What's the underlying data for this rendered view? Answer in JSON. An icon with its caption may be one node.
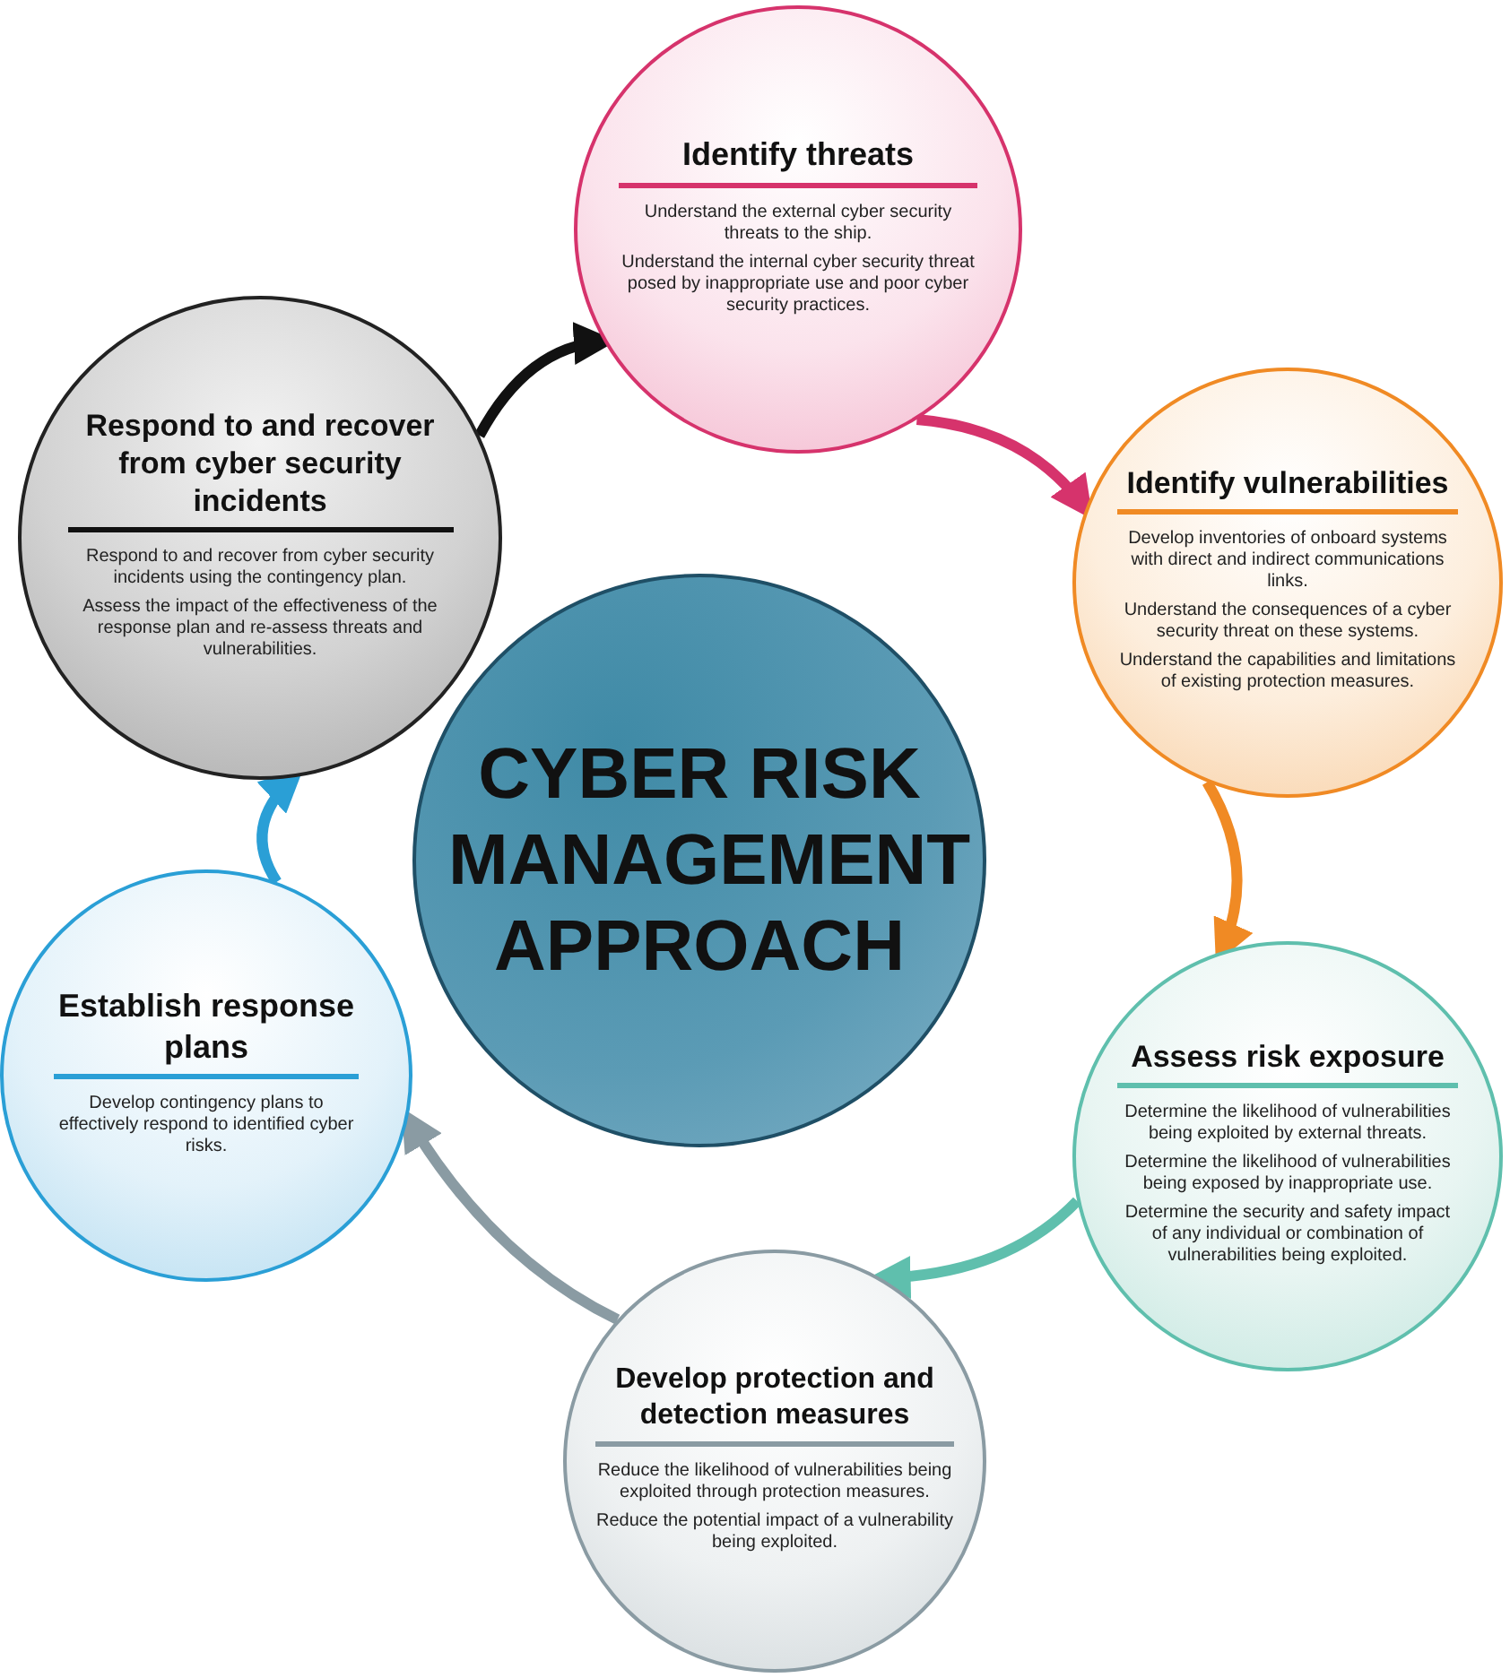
{
  "diagram": {
    "nodes": [
      {
        "text": [
          "CYBER RISK MANAGEMENT APPROACH"
        ]
      },
      {
        "text": [
          "Identify threats",
          "Understand the external cyber security threats to the ship.",
          "Understand the internal cyber security threat posed by inappropriate use and poor cyber security practices."
        ]
      },
      {
        "text": [
          "Identify vulnerabilities",
          "Develop inventories of onboard systems with direct and indirect communications links.",
          "Understand the consequences of a cyber security threat on these systems.",
          "Understand the capabilities and limitations of existing protection measures."
        ]
      },
      {
        "text": [
          "Assess risk exposure",
          "Determine the likelihood of vulnerabilities being exploited by external threats.",
          "Determine the likelihood of vulnerabilities being exposed by inappropriate use.",
          "Determine the security and safety impact of any individual or combination of vulnerabilities being exploited."
        ]
      },
      {
        "text": [
          "Develop protection and detection measures",
          "Reduce the likelihood of vulnerabilities being exploited through protection measures.",
          "Reduce the potential impact of a vulnerability being exploited."
        ]
      },
      {
        "text": [
          "Establish response plans",
          "Develop contingency plans to effectively respond to identified cyber risks."
        ]
      },
      {
        "text": [
          "Respond to and recover from cyber security incidents",
          "Respond to and recover from cyber security incidents using the contingency plan.",
          "Assess the impact of the effectiveness of the response plan and re-assess threats and vulnerabilities."
        ]
      }
    ],
    "edges": [
      {
        "from": 1,
        "to": 2,
        "arrow": "to",
        "color": "#d6336c"
      },
      {
        "from": 2,
        "to": 3,
        "arrow": "to",
        "color": "#f08a24"
      },
      {
        "from": 3,
        "to": 4,
        "arrow": "to",
        "color": "#5fbfad"
      },
      {
        "from": 4,
        "to": 5,
        "arrow": "to",
        "color": "#8a9ba3"
      },
      {
        "from": 5,
        "to": 6,
        "arrow": "to",
        "color": "#2a9fd6"
      },
      {
        "from": 6,
        "to": 1,
        "arrow": "to",
        "color": "#111111"
      }
    ]
  }
}
